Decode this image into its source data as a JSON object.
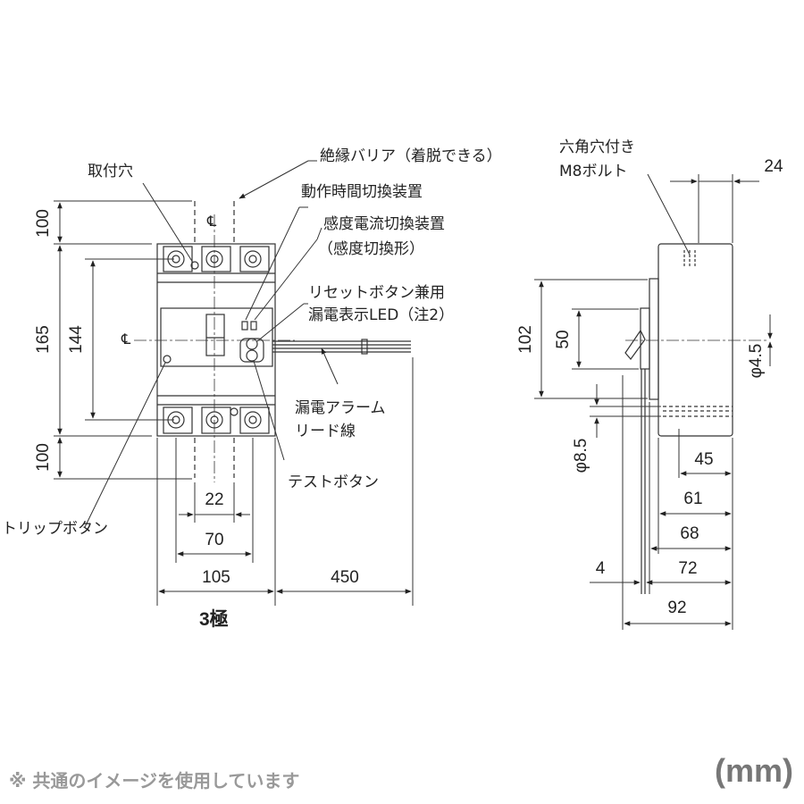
{
  "labels": {
    "mounting_hole": "取付穴",
    "insulation_barrier": "絶縁バリア（着脱できる）",
    "hex_bolt_line1": "六角穴付き",
    "hex_bolt_line2": "M8ボルト",
    "operating_time_switch": "動作時間切換装置",
    "sensitivity_switch_line1": "感度電流切換装置",
    "sensitivity_switch_line2": "（感度切換形）",
    "reset_button_line1": "リセットボタン兼用",
    "reset_button_line2": "漏電表示LED（注2）",
    "alarm_lead_line1": "漏電アラーム",
    "alarm_lead_line2": "リード線",
    "test_button": "テストボタン",
    "trip_button": "トリップボタン",
    "centerline_symbol": "℄",
    "pole_label": "3極"
  },
  "dimensions": {
    "front": {
      "top_terminal": "100",
      "body_height": "165",
      "mount_pitch": "144",
      "bottom_terminal": "100",
      "pole_pitch": "22",
      "mount_width": "70",
      "body_width": "105",
      "lead_length": "450"
    },
    "side": {
      "bolt_offset": "24",
      "height_102": "102",
      "height_50": "50",
      "dia_4_5": "φ4.5",
      "dia_8_5": "φ8.5",
      "depth_45": "45",
      "depth_61": "61",
      "depth_68": "68",
      "depth_72": "72",
      "offset_4": "4",
      "depth_92": "92"
    }
  },
  "footer": {
    "note": "※ 共通のイメージを使用しています",
    "unit": "(mm)"
  }
}
